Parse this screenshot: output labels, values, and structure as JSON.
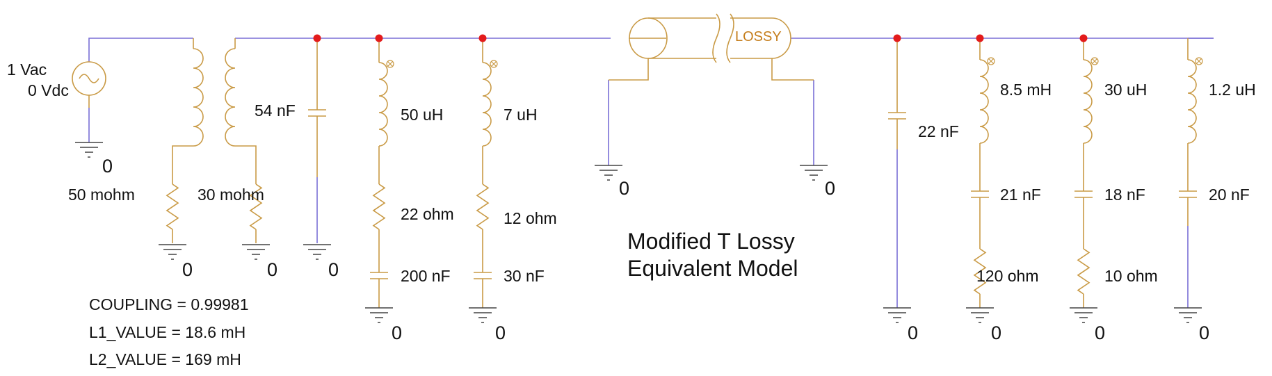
{
  "source": {
    "amplitude": "1 Vac",
    "offset": "0 Vdc"
  },
  "transformer": {
    "r1": "50 mohm",
    "r2": "30 mohm",
    "params": [
      "COUPLING = 0.99981",
      "L1_VALUE = 18.6 mH",
      "L2_VALUE = 169 mH"
    ]
  },
  "shunt_cap_left": "54 nF",
  "branch_a": {
    "inductor": "50 uH",
    "resistor": "22 ohm",
    "capacitor": "200 nF"
  },
  "branch_b": {
    "inductor": "7 uH",
    "resistor": "12 ohm",
    "capacitor": "30 nF"
  },
  "line": {
    "label": "LOSSY"
  },
  "title": [
    "Modified T Lossy",
    "Equivalent Model"
  ],
  "shunt_cap_right": "22 nF",
  "branch_c": {
    "inductor": "8.5 mH",
    "capacitor": "21 nF",
    "resistor": "120 ohm"
  },
  "branch_d": {
    "inductor": "30 uH",
    "capacitor": "18 nF",
    "resistor": "10 ohm"
  },
  "branch_e": {
    "inductor": "1.2 uH",
    "capacitor": "20 nF"
  },
  "ground_label": "0",
  "colors": {
    "wire": "#7a6fd6",
    "component": "#c99a45",
    "node": "#e31b1b",
    "line_label": "#c57d1b"
  }
}
